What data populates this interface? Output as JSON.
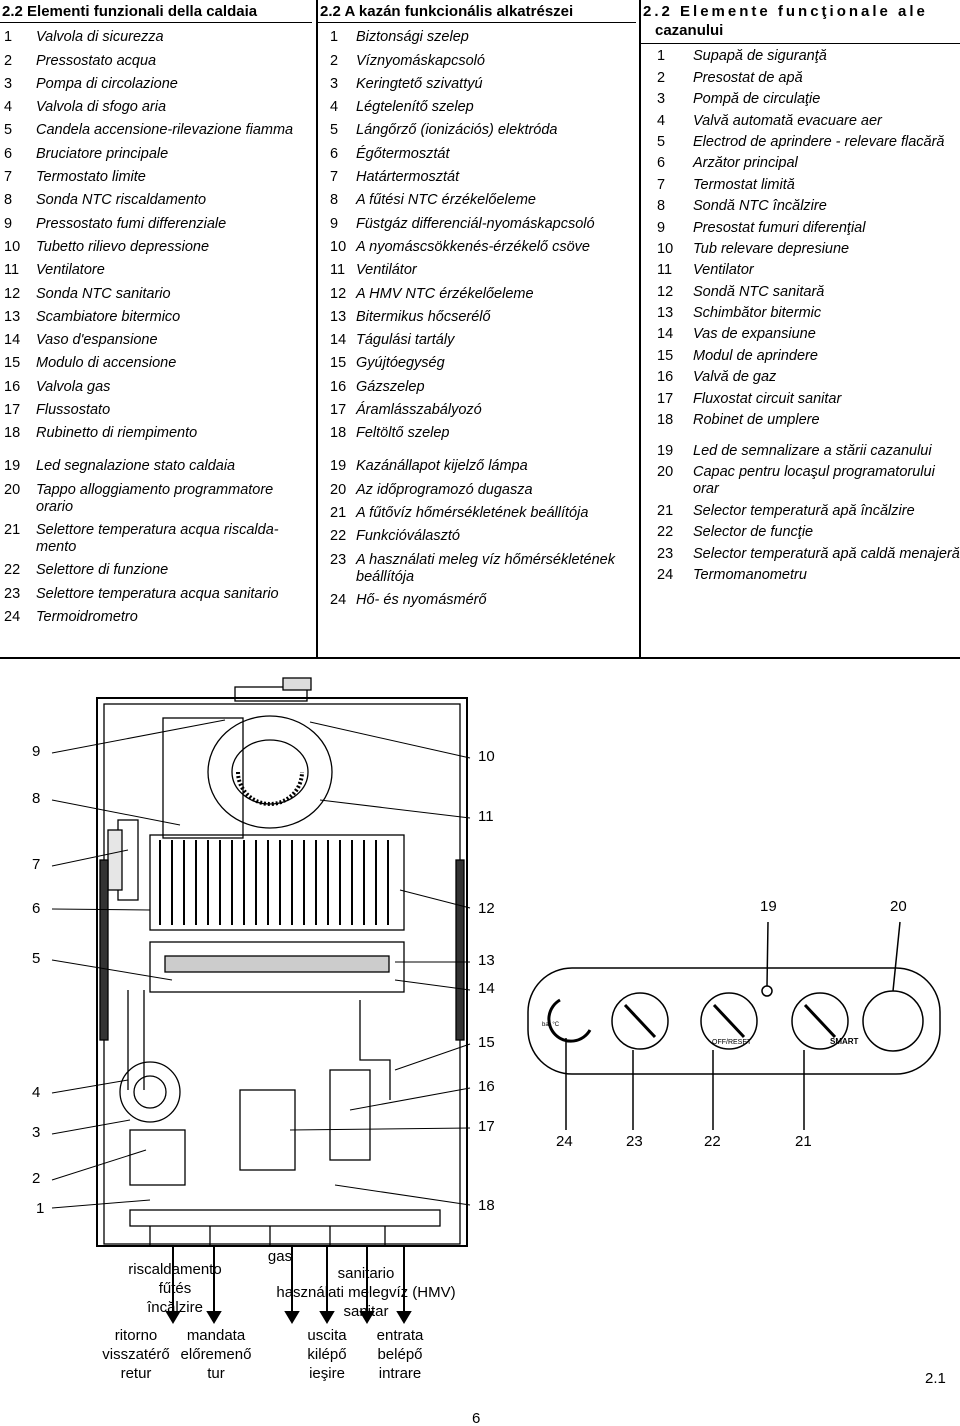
{
  "italian": {
    "title": "2.2 Elementi funzionali della caldaia",
    "items": [
      {
        "n": "1",
        "t": "Valvola di sicurezza"
      },
      {
        "n": "2",
        "t": "Pressostato acqua"
      },
      {
        "n": "3",
        "t": "Pompa di circolazione"
      },
      {
        "n": "4",
        "t": "Valvola di sfogo aria"
      },
      {
        "n": "5",
        "t": "Candela accensione-rilevazione fiamma"
      },
      {
        "n": "6",
        "t": "Bruciatore principale"
      },
      {
        "n": "7",
        "t": "Termostato limite"
      },
      {
        "n": "8",
        "t": "Sonda NTC riscaldamento"
      },
      {
        "n": "9",
        "t": "Pressostato fumi differenziale"
      },
      {
        "n": "10",
        "t": "Tubetto rilievo depressione"
      },
      {
        "n": "11",
        "t": "Ventilatore"
      },
      {
        "n": "12",
        "t": "Sonda NTC sanitario"
      },
      {
        "n": "13",
        "t": "Scambiatore bitermico"
      },
      {
        "n": "14",
        "t": "Vaso d'espansione"
      },
      {
        "n": "15",
        "t": "Modulo di accensione"
      },
      {
        "n": "16",
        "t": "Valvola gas"
      },
      {
        "n": "17",
        "t": "Flussostato"
      },
      {
        "n": "18",
        "t": "Rubinetto di riempimento"
      }
    ],
    "items2": [
      {
        "n": "19",
        "t": "Led segnalazione stato caldaia"
      },
      {
        "n": "20",
        "t": "Tappo alloggiamento programmatore orario"
      },
      {
        "n": "21",
        "t": "Selettore temperatura acqua riscalda-mento"
      },
      {
        "n": "22",
        "t": "Selettore di funzione"
      },
      {
        "n": "23",
        "t": "Selettore temperatura acqua sanitario"
      },
      {
        "n": "24",
        "t": "Termoidrometro"
      }
    ]
  },
  "hungarian": {
    "title": "2.2 A kazán funkcionális alkatrészei",
    "items": [
      {
        "n": "1",
        "t": "Biztonsági szelep"
      },
      {
        "n": "2",
        "t": "Víznyomáskapcsoló"
      },
      {
        "n": "3",
        "t": "Keringtető szivattyú"
      },
      {
        "n": "4",
        "t": "Légtelenítő szelep"
      },
      {
        "n": "5",
        "t": "Lángőrző (ionizációs) elektróda"
      },
      {
        "n": "6",
        "t": "Égőtermosztát"
      },
      {
        "n": "7",
        "t": "Határtermosztát"
      },
      {
        "n": "8",
        "t": "A fűtési NTC érzékelőeleme"
      },
      {
        "n": "9",
        "t": "Füstgáz differenciál-nyomáskapcsoló"
      },
      {
        "n": "10",
        "t": "A nyomáscsökkenés-érzékelő csöve"
      },
      {
        "n": "11",
        "t": "Ventilátor"
      },
      {
        "n": "12",
        "t": "A HMV NTC érzékelőeleme"
      },
      {
        "n": "13",
        "t": "Bitermikus hőcserélő"
      },
      {
        "n": "14",
        "t": "Tágulási tartály"
      },
      {
        "n": "15",
        "t": "Gyújtóegység"
      },
      {
        "n": "16",
        "t": "Gázszelep"
      },
      {
        "n": "17",
        "t": "Áramlásszabályozó"
      },
      {
        "n": "18",
        "t": "Feltöltő szelep"
      }
    ],
    "items2": [
      {
        "n": "19",
        "t": "Kazánállapot kijelző lámpa"
      },
      {
        "n": "20",
        "t": "Az időprogramozó dugasza"
      },
      {
        "n": "21",
        "t": "A fűtővíz hőmérsékletének beállítója"
      },
      {
        "n": "22",
        "t": "Funkcióválasztó"
      },
      {
        "n": "23",
        "t": "A használati meleg víz hőmérsékletének beállítója"
      },
      {
        "n": "24",
        "t": "Hő- és nyomásmérő"
      }
    ]
  },
  "romanian": {
    "title_a": "2.2 Elemente funcţionale ale",
    "title_b": "cazanului",
    "items": [
      {
        "n": "1",
        "t": "Supapă de siguranţă"
      },
      {
        "n": "2",
        "t": "Presostat de apă"
      },
      {
        "n": "3",
        "t": "Pompă de circulaţie"
      },
      {
        "n": "4",
        "t": "Valvă automată evacuare aer"
      },
      {
        "n": "5",
        "t": "Electrod de aprindere - relevare flacără"
      },
      {
        "n": "6",
        "t": "Arzător principal"
      },
      {
        "n": "7",
        "t": "Termostat limită"
      },
      {
        "n": "8",
        "t": "Sondă NTC încălzire"
      },
      {
        "n": "9",
        "t": "Presostat fumuri diferenţial"
      },
      {
        "n": "10",
        "t": "Tub relevare depresiune"
      },
      {
        "n": "11",
        "t": "Ventilator"
      },
      {
        "n": "12",
        "t": "Sondă NTC sanitară"
      },
      {
        "n": "13",
        "t": "Schimbător bitermic"
      },
      {
        "n": "14",
        "t": "Vas de expansiune"
      },
      {
        "n": "15",
        "t": "Modul de aprindere"
      },
      {
        "n": "16",
        "t": "Valvă de gaz"
      },
      {
        "n": "17",
        "t": "Fluxostat circuit sanitar"
      },
      {
        "n": "18",
        "t": "Robinet de umplere"
      }
    ],
    "items2": [
      {
        "n": "19",
        "t": "Led de semnalizare a stării cazanului"
      },
      {
        "n": "20",
        "t": "Capac pentru locaşul programatorului orar"
      },
      {
        "n": "21",
        "t": "Selector temperatură apă încălzire"
      },
      {
        "n": "22",
        "t": "Selector de funcţie"
      },
      {
        "n": "23",
        "t": "Selector temperatură apă caldă menajeră"
      },
      {
        "n": "24",
        "t": "Termomanometru"
      }
    ]
  },
  "figure": {
    "callouts_left": [
      "9",
      "8",
      "7",
      "6",
      "5",
      "4",
      "3",
      "2",
      "1"
    ],
    "callouts_right": [
      "10",
      "11",
      "12",
      "13",
      "14",
      "15",
      "16",
      "17",
      "18"
    ],
    "panel_top": [
      "19",
      "20"
    ],
    "panel_bottom": [
      "24",
      "23",
      "22",
      "21"
    ],
    "panel_labels": {
      "off_reset": "OFF/RESET",
      "brand": "SMART",
      "scale": "bar °C"
    },
    "caption_heating": [
      "riscaldamento",
      "fűtés",
      "încălzire"
    ],
    "caption_gas": "gas",
    "caption_sanitary": [
      "sanitario",
      "használati melegvíz (HMV)",
      "sanitar"
    ],
    "caption_return": [
      "ritorno",
      "visszatérő",
      "retur"
    ],
    "caption_flow": [
      "mandata",
      "előremenő",
      "tur"
    ],
    "caption_outlet": [
      "uscita",
      "kilépő",
      "ieşire"
    ],
    "caption_inlet": [
      "entrata",
      "belépő",
      "intrare"
    ],
    "figure_id": "2.1"
  },
  "page_number": "6"
}
